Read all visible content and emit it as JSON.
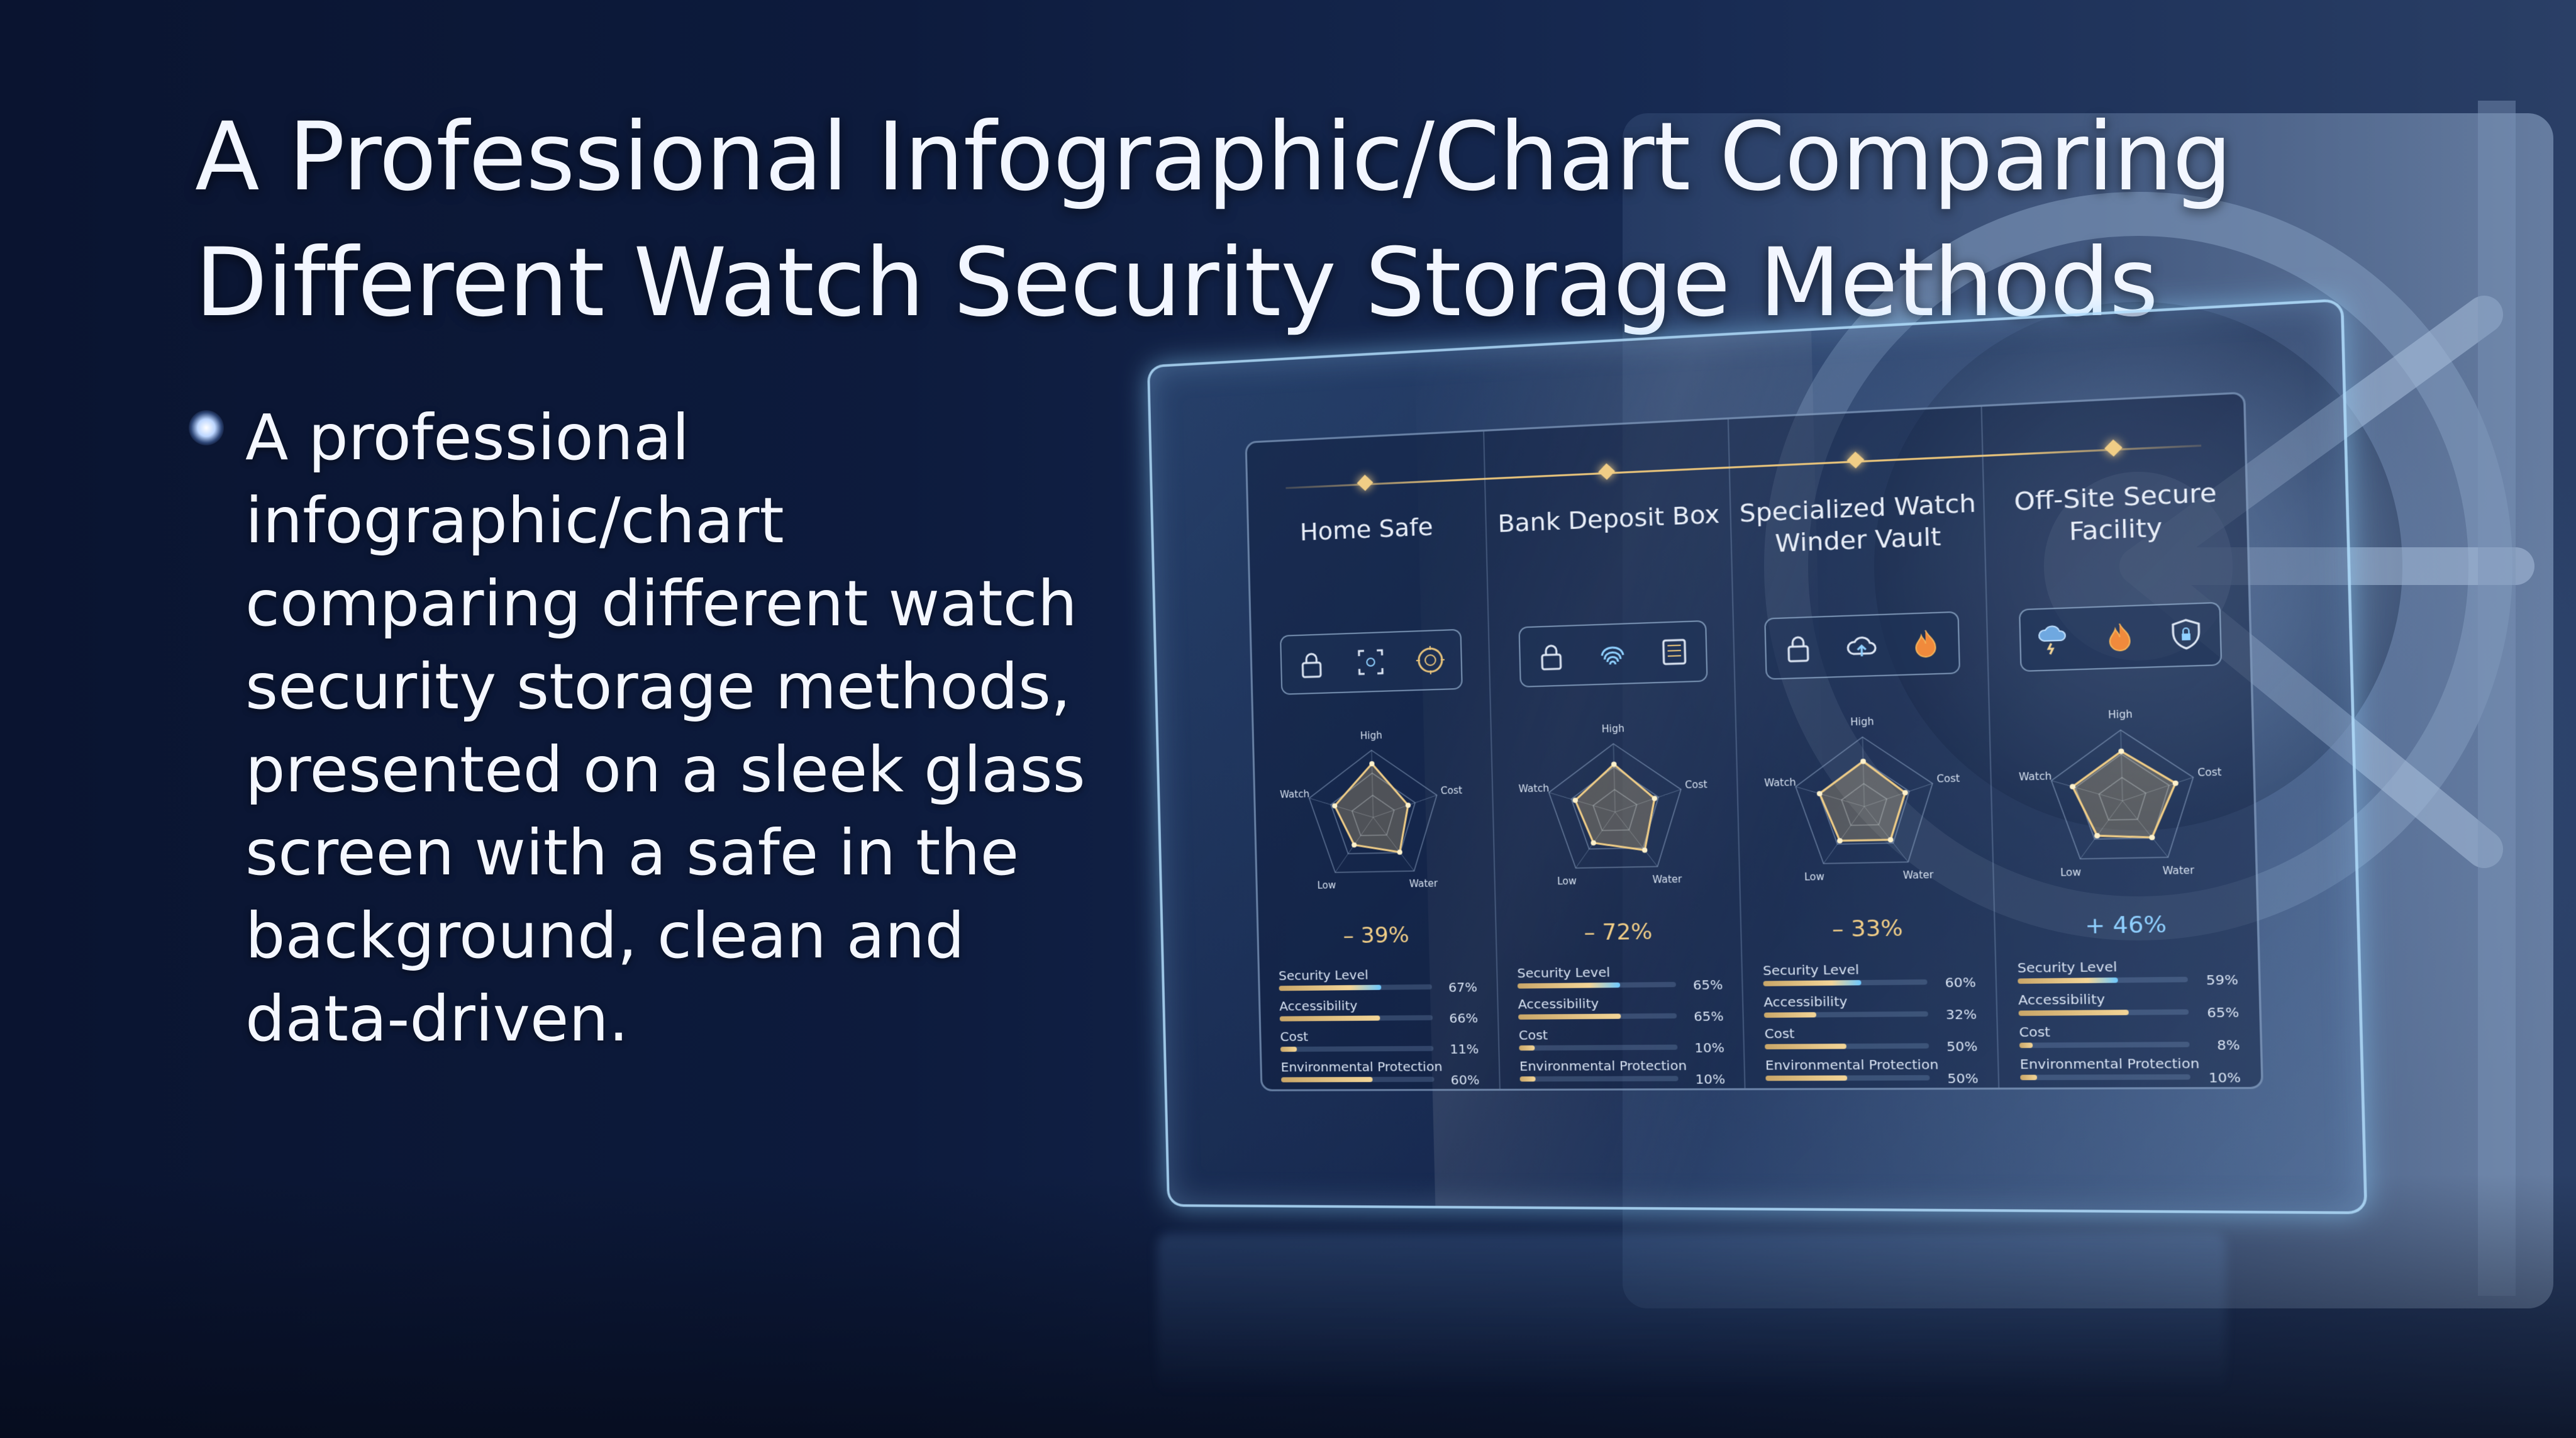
{
  "title": "A Professional Infographic/Chart Comparing Different Watch Security Storage Methods",
  "bullet": "A professional infographic/chart comparing different watch security storage methods, presented on a sleek glass screen with a safe in the background, clean and data-driven.",
  "colors": {
    "gold": "#f0cd86",
    "glass_edge": "#b4e1ff",
    "background": "#0d1b3d"
  },
  "radar_axes": [
    "High",
    "Cost",
    "Water",
    "Low",
    "Watch"
  ],
  "metric_labels": [
    "Security Level",
    "Accessibility",
    "Cost",
    "Environmental Protection"
  ],
  "columns": [
    {
      "title": "Home Safe",
      "icons": [
        "lock-icon",
        "face-scan-icon",
        "combination-dial-icon"
      ],
      "radar": [
        0.8,
        0.55,
        0.65,
        0.5,
        0.6
      ],
      "change": "– 39%",
      "metrics": [
        {
          "label": "Security Level",
          "value": "67%",
          "fill": 0.67
        },
        {
          "label": "Accessibility",
          "value": "66%",
          "fill": 0.66
        },
        {
          "label": "Cost",
          "value": "11%",
          "fill": 0.11
        },
        {
          "label": "Environmental Protection",
          "value": "60%",
          "fill": 0.6
        }
      ]
    },
    {
      "title": "Bank Deposit Box",
      "icons": [
        "lock-icon",
        "fingerprint-icon",
        "deposit-box-icon"
      ],
      "radar": [
        0.7,
        0.6,
        0.7,
        0.55,
        0.6
      ],
      "change": "– 72%",
      "metrics": [
        {
          "label": "Security Level",
          "value": "65%",
          "fill": 0.65
        },
        {
          "label": "Accessibility",
          "value": "65%",
          "fill": 0.65
        },
        {
          "label": "Cost",
          "value": "10%",
          "fill": 0.1
        },
        {
          "label": "Environmental Protection",
          "value": "10%",
          "fill": 0.1
        }
      ]
    },
    {
      "title": "Specialized Watch Winder Vault",
      "icons": [
        "lock-icon",
        "cloud-upload-icon",
        "fire-icon"
      ],
      "radar": [
        0.65,
        0.6,
        0.6,
        0.6,
        0.65
      ],
      "change": "– 33%",
      "metrics": [
        {
          "label": "Security Level",
          "value": "60%",
          "fill": 0.6
        },
        {
          "label": "Accessibility",
          "value": "32%",
          "fill": 0.32
        },
        {
          "label": "Cost",
          "value": "50%",
          "fill": 0.5
        },
        {
          "label": "Environmental Protection",
          "value": "50%",
          "fill": 0.5
        }
      ]
    },
    {
      "title": "Off-Site Secure Facility",
      "icons": [
        "cloud-storm-icon",
        "fire-icon",
        "shield-lock-icon"
      ],
      "radar": [
        0.7,
        0.75,
        0.65,
        0.6,
        0.7
      ],
      "change": "+ 46%",
      "metrics": [
        {
          "label": "Security Level",
          "value": "59%",
          "fill": 0.59
        },
        {
          "label": "Accessibility",
          "value": "65%",
          "fill": 0.65
        },
        {
          "label": "Cost",
          "value": "8%",
          "fill": 0.08
        },
        {
          "label": "Environmental Protection",
          "value": "10%",
          "fill": 0.1
        }
      ]
    }
  ]
}
